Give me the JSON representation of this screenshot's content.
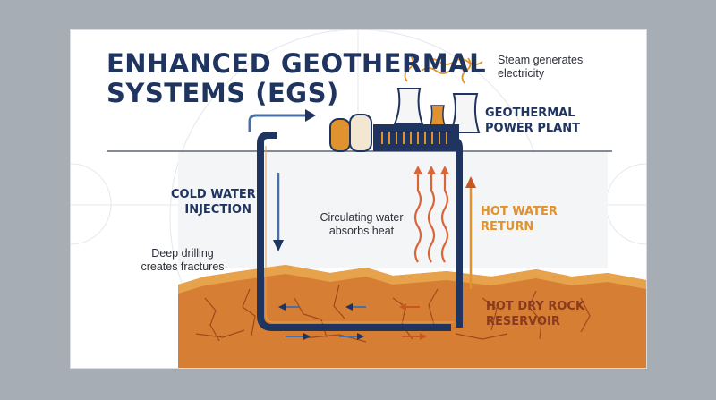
{
  "title_line1": "ENHANCED GEOTHERMAL",
  "title_line2": "SYSTEMS (EGS)",
  "labels": {
    "steam_line1": "Steam generates",
    "steam_line2": "electricity",
    "plant_line1": "GEOTHERMAL",
    "plant_line2": "POWER PLANT",
    "cold_line1": "COLD WATER",
    "cold_line2": "INJECTION",
    "circulating_line1": "Circulating water",
    "circulating_line2": "absorbs heat",
    "hot_return_line1": "HOT WATER",
    "hot_return_line2": "RETURN",
    "drilling_line1": "Deep drilling",
    "drilling_line2": "creates fractures",
    "reservoir_line1": "HOT DRY ROCK",
    "reservoir_line2": "RESERVOIR"
  },
  "colors": {
    "navy": "#1f3560",
    "orange": "#e0922e",
    "rock": "#d67e34",
    "rust": "#c9561f",
    "arrow_blue": "#4a6fa5"
  }
}
